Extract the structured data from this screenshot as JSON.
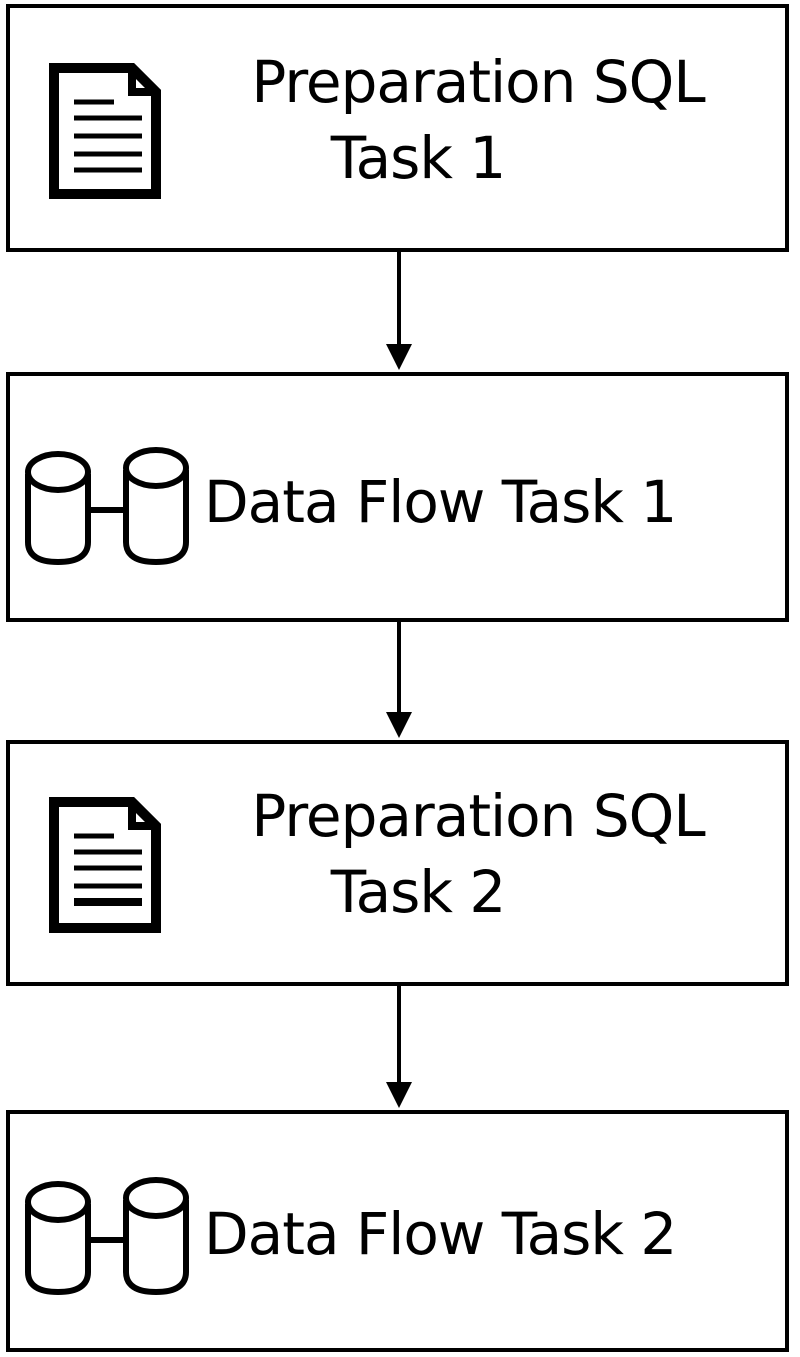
{
  "diagram": {
    "nodes": [
      {
        "id": "task1",
        "type": "sql-task",
        "icon": "document-icon",
        "label_line1": "Preparation SQL",
        "label_line2": "Task 1"
      },
      {
        "id": "task2",
        "type": "data-flow-task",
        "icon": "database-pair-icon",
        "label": "Data Flow Task 1"
      },
      {
        "id": "task3",
        "type": "sql-task",
        "icon": "document-icon",
        "label_line1": "Preparation SQL",
        "label_line2": "Task 2"
      },
      {
        "id": "task4",
        "type": "data-flow-task",
        "icon": "database-pair-icon",
        "label": "Data Flow Task 2"
      }
    ],
    "edges": [
      {
        "from": "task1",
        "to": "task2"
      },
      {
        "from": "task2",
        "to": "task3"
      },
      {
        "from": "task3",
        "to": "task4"
      }
    ]
  }
}
